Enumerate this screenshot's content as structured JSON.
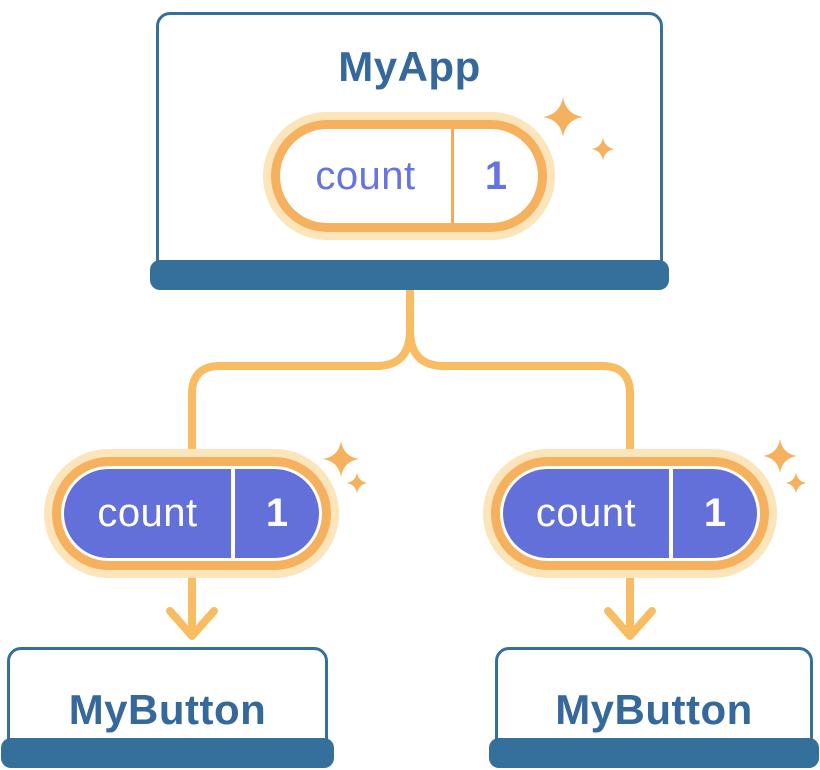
{
  "diagram": {
    "root": {
      "title": "MyApp",
      "state": {
        "label": "count",
        "value": "1"
      }
    },
    "children": [
      {
        "title": "MyButton",
        "state": {
          "label": "count",
          "value": "1"
        }
      },
      {
        "title": "MyButton",
        "state": {
          "label": "count",
          "value": "1"
        }
      }
    ]
  },
  "icons": {
    "sparkle": "sparkle-icon",
    "arrow": "arrow-down-icon"
  },
  "colors": {
    "card_border_blue": "#35709B",
    "title_text_blue": "#35699B",
    "state_pill_purple": "#6470D9",
    "state_text_purple": "#6673E0",
    "pill_ring_orange": "#F6B15E",
    "pill_glow_orange": "#FCE4BB",
    "connector_orange": "#F8BC62",
    "pill_background_white": "#FFFFFF"
  }
}
